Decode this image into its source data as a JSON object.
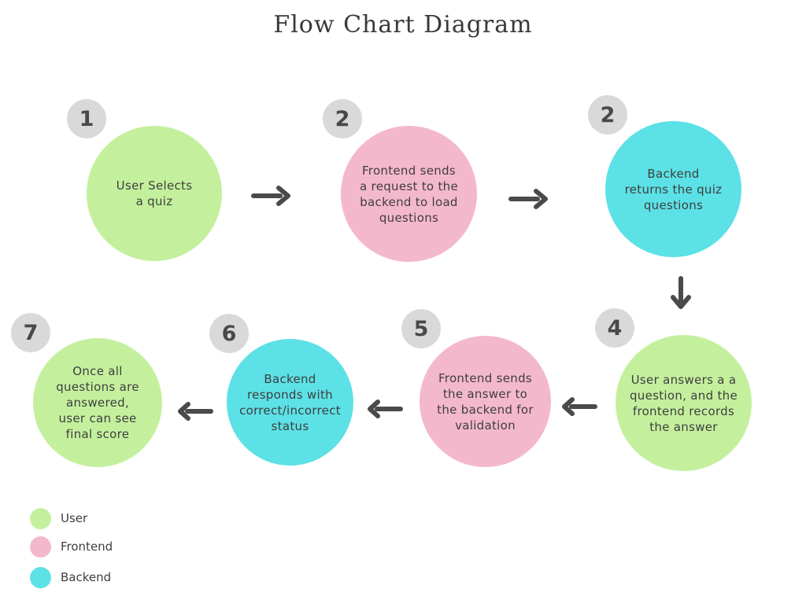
{
  "title": "Flow Chart Diagram",
  "colors": {
    "user": "#c4f09e",
    "frontend": "#f4b8cd",
    "backend": "#5ce1e6",
    "badge": "#d9d9d9",
    "arrow": "#4a4a4a"
  },
  "steps": [
    {
      "number": "1",
      "text": "User Selects\na quiz",
      "role": "user"
    },
    {
      "number": "2",
      "text": "Frontend sends\na request to the\nbackend to load\nquestions",
      "role": "frontend"
    },
    {
      "number": "2",
      "text": "Backend\nreturns the quiz\nquestions",
      "role": "backend"
    },
    {
      "number": "4",
      "text": "User answers a a\nquestion, and the\nfrontend records\nthe answer",
      "role": "user"
    },
    {
      "number": "5",
      "text": "Frontend sends\nthe answer to\nthe backend for\nvalidation",
      "role": "frontend"
    },
    {
      "number": "6",
      "text": "Backend\nresponds with\ncorrect/incorrect\nstatus",
      "role": "backend"
    },
    {
      "number": "7",
      "text": "Once all\nquestions are\nanswered,\nuser can see\nfinal score",
      "role": "user"
    }
  ],
  "arrows": [
    "right",
    "right",
    "down",
    "left",
    "left",
    "left"
  ],
  "legend": [
    {
      "label": "User",
      "role": "user"
    },
    {
      "label": "Frontend",
      "role": "frontend"
    },
    {
      "label": "Backend",
      "role": "backend"
    }
  ]
}
